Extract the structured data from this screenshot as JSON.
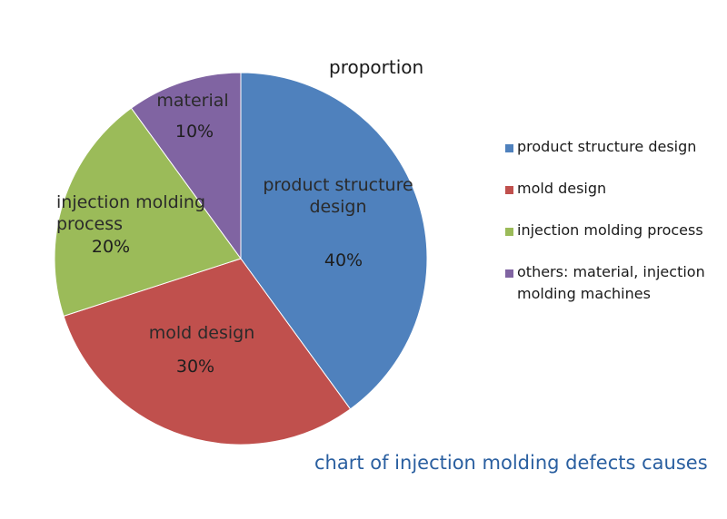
{
  "chart_data": {
    "type": "pie",
    "title": "proportion",
    "caption": "chart of injection molding defects causes",
    "slices": [
      {
        "label": "product structure design",
        "slice_label": [
          "product structure",
          "design"
        ],
        "pct_text": "40%",
        "value": 40,
        "color": "#4f81bd"
      },
      {
        "label": "mold design",
        "slice_label": [
          "mold design"
        ],
        "pct_text": "30%",
        "value": 30,
        "color": "#c0504d"
      },
      {
        "label": "injection molding process",
        "slice_label": [
          "injection molding",
          "process"
        ],
        "pct_text": "20%",
        "value": 20,
        "color": "#9bbb59"
      },
      {
        "label": "others: material, injection molding machines",
        "slice_label": [
          "material"
        ],
        "pct_text": "10%",
        "value": 10,
        "color": "#8064a2"
      }
    ],
    "legend": {
      "position": "right",
      "entries": [
        {
          "text": "product structure design",
          "color": "#4f81bd"
        },
        {
          "text": "mold design",
          "color": "#c0504d"
        },
        {
          "text": "injection molding process",
          "color": "#9bbb59"
        },
        {
          "text": "others: material, injection molding machines",
          "color": "#8064a2"
        }
      ]
    }
  }
}
